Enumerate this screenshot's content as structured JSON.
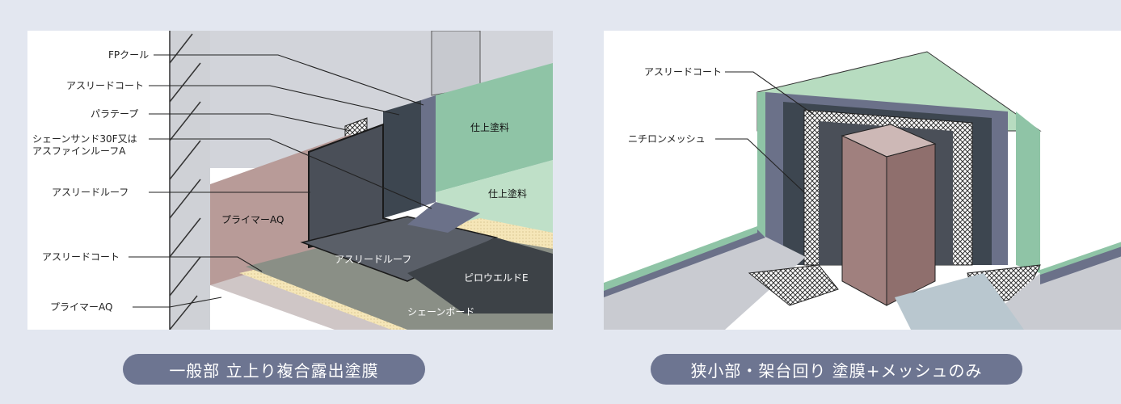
{
  "left_panel": {
    "callouts": {
      "fp_cool": "FPクール",
      "asuri_coat_top": "アスリードコート",
      "para_tape": "パラテープ",
      "chain_sand_1": "シェーンサンド30F又は",
      "chain_sand_2": "アスファインルーフA",
      "asuri_roof": "アスリードルーフ",
      "asuri_coat_bottom": "アスリードコート",
      "primer_bottom": "プライマーAQ"
    },
    "inline_labels": {
      "finish_upper": "仕上塗料",
      "finish_lower": "仕上塗料",
      "primer_wall": "プライマーAQ",
      "asuri_roof_floor": "アスリードルーフ",
      "pirouetto": "ピロウエルドE",
      "chain_board": "シェーンボード"
    },
    "caption": "一般部 立上り複合露出塗膜"
  },
  "right_panel": {
    "callouts": {
      "asuri_coat": "アスリードコート",
      "nichiron_mesh": "ニチロンメッシュ"
    },
    "caption": "狭小部・架台回り 塗膜+メッシュのみ"
  },
  "colors": {
    "background": "#e3e7f0",
    "caption_pill": "#6d7591",
    "finish_green": "#8fc4a6",
    "finish_green_light": "#bfe0c8",
    "primer_mauve": "#b89b98",
    "roof_dark": "#4a4f58",
    "coat_slate": "#6b7189"
  },
  "icons": [
    "mesh-pattern",
    "hatch-pattern"
  ]
}
